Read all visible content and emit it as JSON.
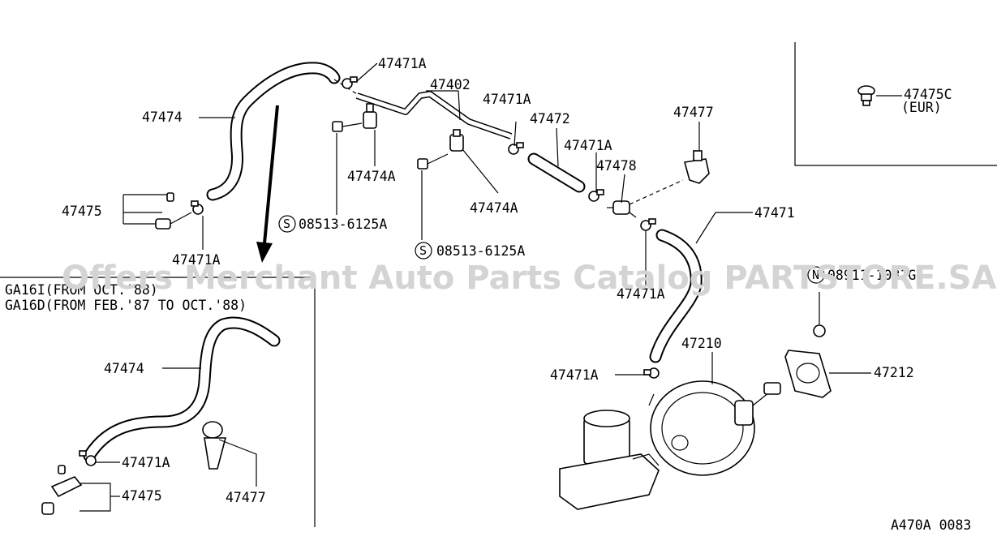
{
  "watermark": "Offers Merchant Auto Parts Catalog PARTSTORE.SA",
  "inset": {
    "line1": "GA16I(FROM OCT.'88)",
    "line2": "GA16D(FROM FEB.'87 TO OCT.'88)"
  },
  "eur_box": {
    "part": "47475C",
    "variant": "(EUR)"
  },
  "labels": {
    "c_47471a_top": "47471A",
    "c_47402": "47402",
    "c_47474": "47474",
    "c_47471a_mid": "47471A",
    "c_47472": "47472",
    "c_47477": "47477",
    "c_47471a_r": "47471A",
    "c_47478": "47478",
    "c_47474a_1": "47474A",
    "c_47474a_2": "47474A",
    "c_47475": "47475",
    "c_08513_1": "08513-6125A",
    "c_08513_2": "08513-6125A",
    "c_47471a_l": "47471A",
    "c_47471": "47471",
    "c_08911": "08911-1081G",
    "c_47471a_b": "47471A",
    "c_47210": "47210",
    "c_47471a_c": "47471A",
    "c_47212": "47212",
    "i_47474": "47474",
    "i_47471a": "47471A",
    "i_47475": "47475",
    "i_47477": "47477"
  },
  "symbols": {
    "s": "S",
    "n": "N"
  },
  "figure_code": "A470A 0083"
}
